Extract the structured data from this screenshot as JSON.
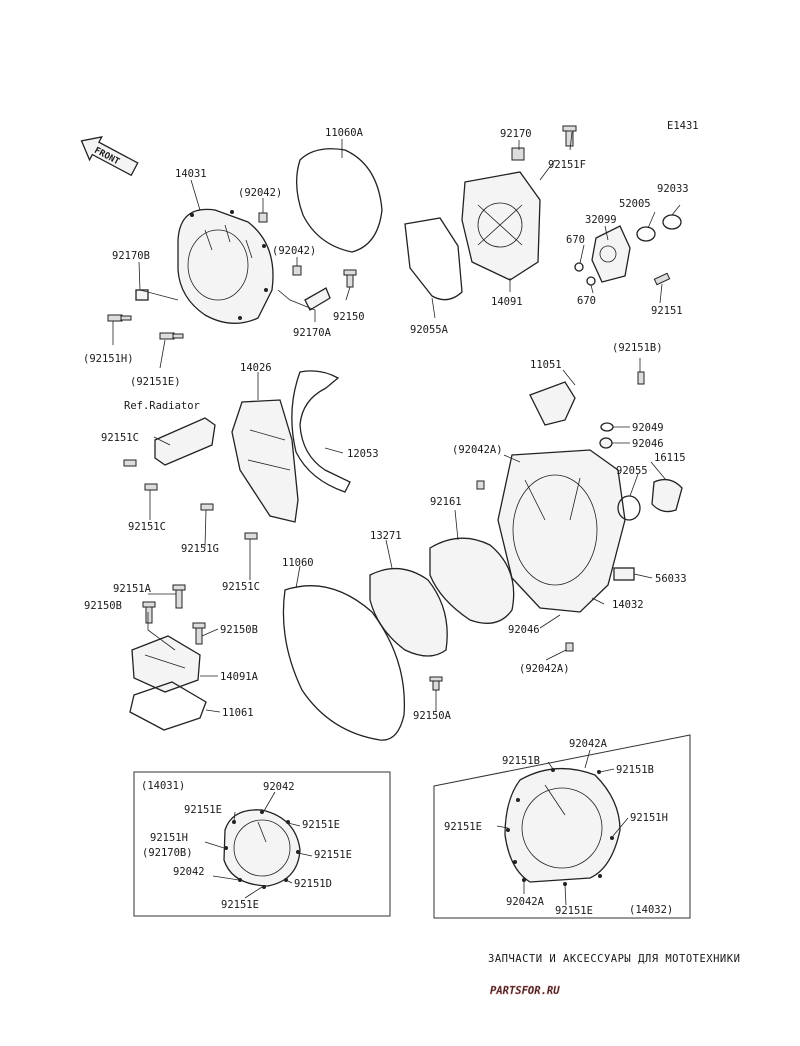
{
  "diagram_id": "E1431",
  "front_arrow_label": "FRONT",
  "reference_label": "Ref.Radiator",
  "labels": {
    "p11060A": "11060A",
    "p92170": "92170",
    "p92151F": "92151F",
    "p14031": "14031",
    "p92042_paren_1": "(92042)",
    "p92042_paren_2": "(92042)",
    "p92170B": "92170B",
    "p92150": "92150",
    "p92170A": "92170A",
    "p92151H_paren": "(92151H)",
    "p92151E_paren": "(92151E)",
    "p92055A": "92055A",
    "p14091": "14091",
    "p92033": "92033",
    "p52005": "52005",
    "p32099": "32099",
    "p670_a": "670",
    "p670_b": "670",
    "p92151": "92151",
    "p92151B_paren": "(92151B)",
    "p11051": "11051",
    "p14026": "14026",
    "p92049": "92049",
    "p92046": "92046",
    "p92151C_1": "92151C",
    "p12053": "12053",
    "p92042A_paren": "(92042A)",
    "p16115": "16115",
    "p92055": "92055",
    "p92151C_2": "92151C",
    "p92161": "92161",
    "p92151G": "92151G",
    "p13271": "13271",
    "p92151C_3": "92151C",
    "p11060": "11060",
    "p56033": "56033",
    "p92151A": "92151A",
    "p92150B_1": "92150B",
    "p14032": "14032",
    "p92046_b": "92046",
    "p92150B_2": "92150B",
    "p14091A": "14091A",
    "p92042A_paren_b": "(92042A)",
    "p11061": "11061",
    "p92150A": "92150A"
  },
  "inset_left": {
    "title": "(14031)",
    "labels": {
      "p92042_top": "92042",
      "p92151E_tl": "92151E",
      "p92151E_tr": "92151E",
      "p92151H": "92151H",
      "p92170B_paren": "(92170B)",
      "p92151E_r": "92151E",
      "p92042_bl": "92042",
      "p92151D": "92151D",
      "p92151E_bottom": "92151E"
    }
  },
  "inset_right": {
    "title": "(14032)",
    "labels": {
      "p92042A_top": "92042A",
      "p92151B_tl": "92151B",
      "p92151B_tr": "92151B",
      "p92151E_left": "92151E",
      "p92151H_right": "92151H",
      "p92042A_bottom": "92042A",
      "p92151E_bottom": "92151E"
    }
  },
  "watermark": {
    "caption": "ЗАПЧАСТИ И АКСЕССУАРЫ ДЛЯ МОТОТЕХНИКИ",
    "logo": "PARTSFOR.RU"
  }
}
